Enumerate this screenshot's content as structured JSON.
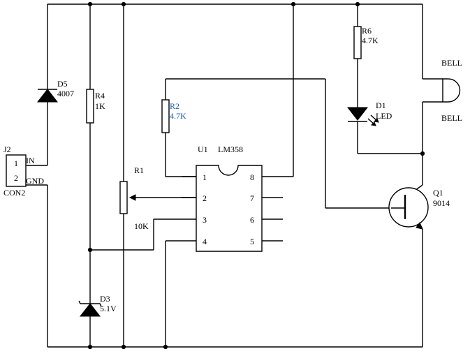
{
  "connector": {
    "ref": "J2",
    "part": "CON2",
    "pin1": "1",
    "pin2": "2",
    "in_label": "IN",
    "gnd_label": "GND"
  },
  "d5": {
    "ref": "D5",
    "value": "4007"
  },
  "r4": {
    "ref": "R4",
    "value": "1K"
  },
  "d3": {
    "ref": "D3",
    "value": "5.1V"
  },
  "r1": {
    "ref": "R1",
    "value": "10K"
  },
  "r2": {
    "ref": "R2",
    "value": "4.7K"
  },
  "r6": {
    "ref": "R6",
    "value": "4.7K"
  },
  "d1": {
    "ref": "D1",
    "value": "LED"
  },
  "u1": {
    "ref": "U1",
    "part": "LM358",
    "pins": [
      "1",
      "2",
      "3",
      "4",
      "5",
      "6",
      "7",
      "8"
    ]
  },
  "q1": {
    "ref": "Q1",
    "part": "9014"
  },
  "bell": {
    "top_label": "BELL",
    "bottom_label": "BELL"
  },
  "colors": {
    "wire": "#000000",
    "r2_label": "#1f5fae"
  }
}
